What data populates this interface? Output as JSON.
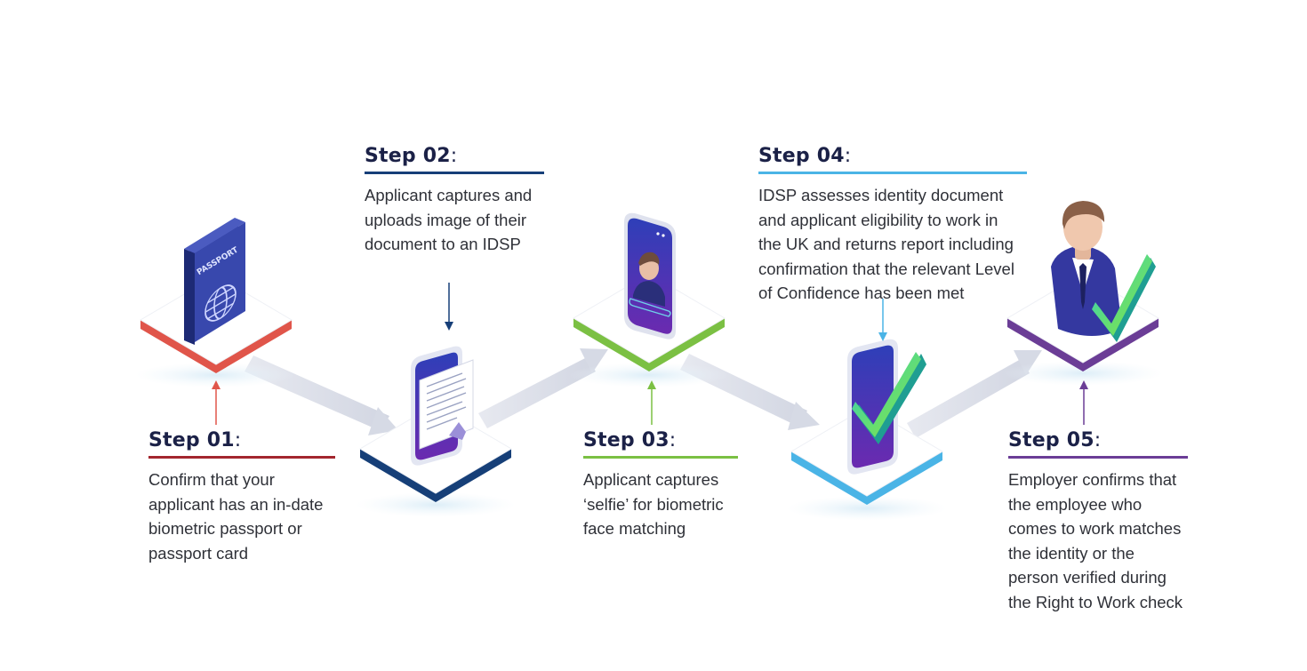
{
  "colors": {
    "step1": "#e0554a",
    "step2": "#163f78",
    "step3": "#7bc043",
    "step4": "#4ab4e6",
    "step5": "#6b3d96",
    "heading": "#1b2147",
    "connector": "#dcdfe8",
    "check_green": "#7ee03a",
    "check_teal": "#2fcfc0",
    "device_purple": "#3a35a8"
  },
  "steps": [
    {
      "id": "step-01",
      "title": "Step 01",
      "colon": ":",
      "lines": [
        "Confirm that your",
        "applicant has an in-date",
        "biometric passport or",
        "passport card"
      ]
    },
    {
      "id": "step-02",
      "title": "Step 02",
      "colon": ":",
      "lines": [
        "Applicant captures and",
        "uploads image of their",
        "document to an IDSP"
      ]
    },
    {
      "id": "step-03",
      "title": "Step 03",
      "colon": ":",
      "lines": [
        "Applicant captures",
        "‘selfie’ for biometric",
        "face matching"
      ]
    },
    {
      "id": "step-04",
      "title": "Step 04",
      "colon": ":",
      "lines": [
        "IDSP assesses identity document",
        "and applicant eligibility to work in",
        "the UK and returns report including",
        "confirmation that the relevant Level",
        "of Confidence has been met"
      ]
    },
    {
      "id": "step-05",
      "title": "Step 05",
      "colon": ":",
      "lines": [
        "Employer confirms that",
        "the employee who",
        "comes to work matches",
        "the identity or the",
        "person verified during",
        "the Right to Work check"
      ]
    }
  ],
  "illustrations": {
    "passport_cover_text": "PASSPORT",
    "icons": [
      "passport-icon",
      "document-phone-icon",
      "selfie-phone-icon",
      "checkmark-phone-icon",
      "employer-check-icon"
    ]
  }
}
